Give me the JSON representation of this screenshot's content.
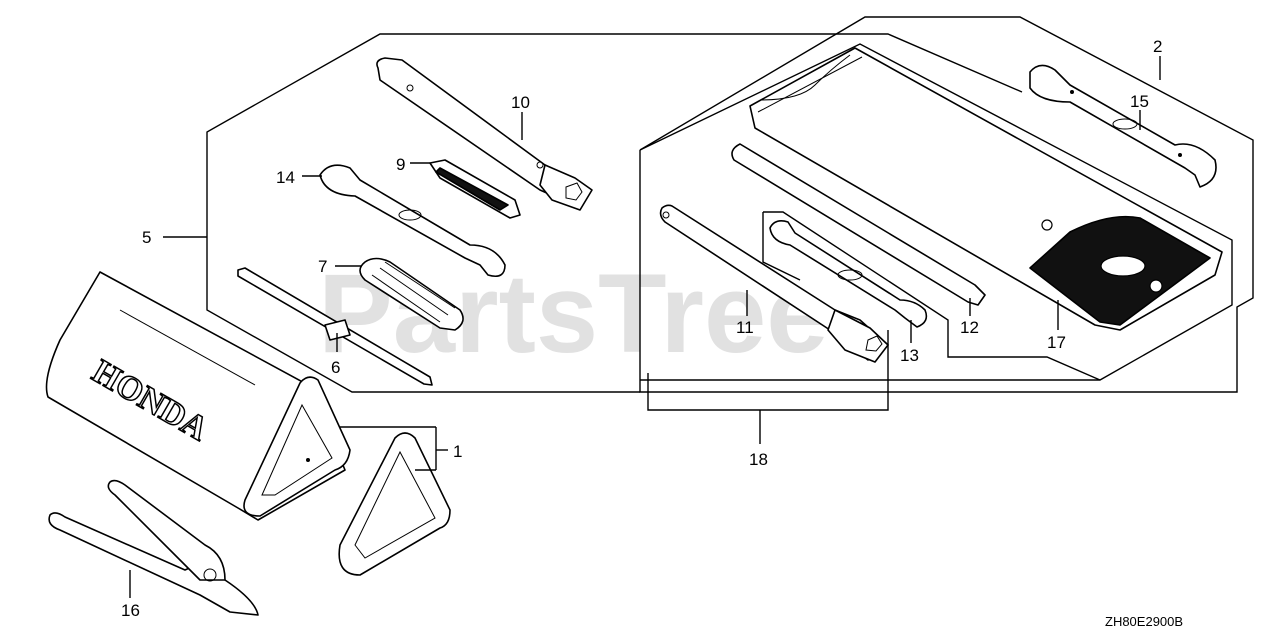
{
  "watermark": "PartsTree",
  "drawing_code": "ZH80E2900B",
  "brand_label": "HONDA",
  "callouts": {
    "c1": "1",
    "c2": "2",
    "c5": "5",
    "c6": "6",
    "c7": "7",
    "c9": "9",
    "c10": "10",
    "c11": "11",
    "c12": "12",
    "c13": "13",
    "c14": "14",
    "c15": "15",
    "c16": "16",
    "c17": "17",
    "c18": "18"
  }
}
